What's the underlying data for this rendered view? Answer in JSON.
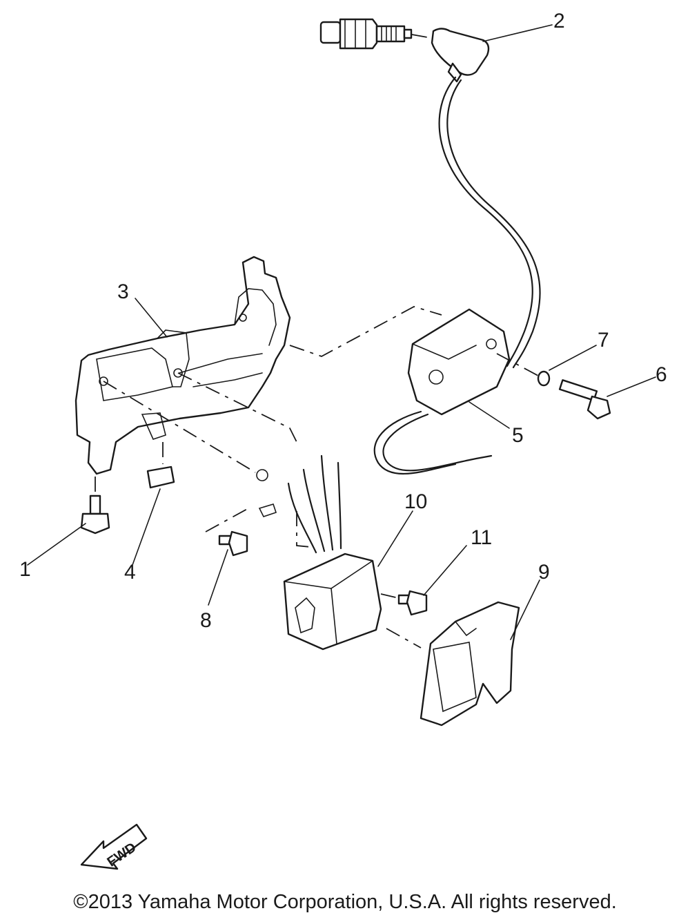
{
  "callouts": [
    {
      "id": "1",
      "label": "1"
    },
    {
      "id": "2",
      "label": "2"
    },
    {
      "id": "3",
      "label": "3"
    },
    {
      "id": "4",
      "label": "4"
    },
    {
      "id": "5",
      "label": "5"
    },
    {
      "id": "6",
      "label": "6"
    },
    {
      "id": "7",
      "label": "7"
    },
    {
      "id": "8",
      "label": "8"
    },
    {
      "id": "9",
      "label": "9"
    },
    {
      "id": "10",
      "label": "10"
    },
    {
      "id": "11",
      "label": "11"
    }
  ],
  "fwd_label": "FWD",
  "copyright": "©2013 Yamaha Motor Corporation, U.S.A. All rights reserved."
}
